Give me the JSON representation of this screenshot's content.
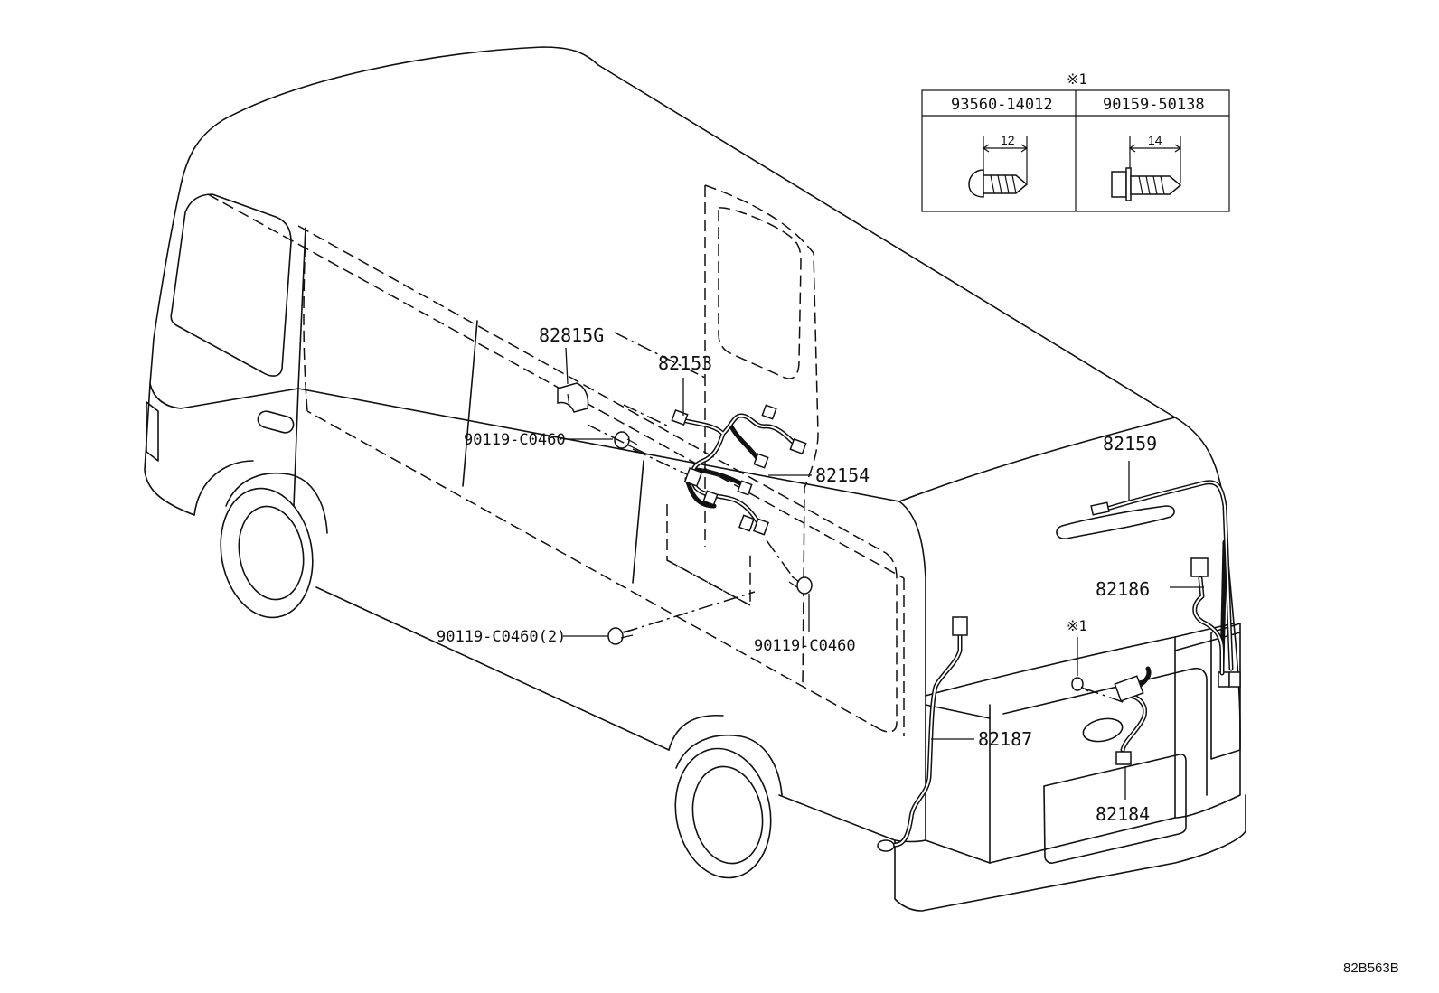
{
  "note_mark": "※1",
  "parts_table": {
    "col1_part": "93560-14012",
    "col1_dim": "12",
    "col2_part": "90159-50138",
    "col2_dim": "14"
  },
  "callouts": {
    "clip": "82815G",
    "main_harness": "82153",
    "sub_harness": "82154",
    "roof_harness": "82159",
    "harness_right": "82186",
    "harness_left": "82187",
    "license_harness": "82184",
    "bolt_upper": "90119-C0460",
    "bolt_lower": "90119-C0460(2)",
    "bolt_right": "90119-C0460"
  },
  "illustration_ref": "82B563B"
}
